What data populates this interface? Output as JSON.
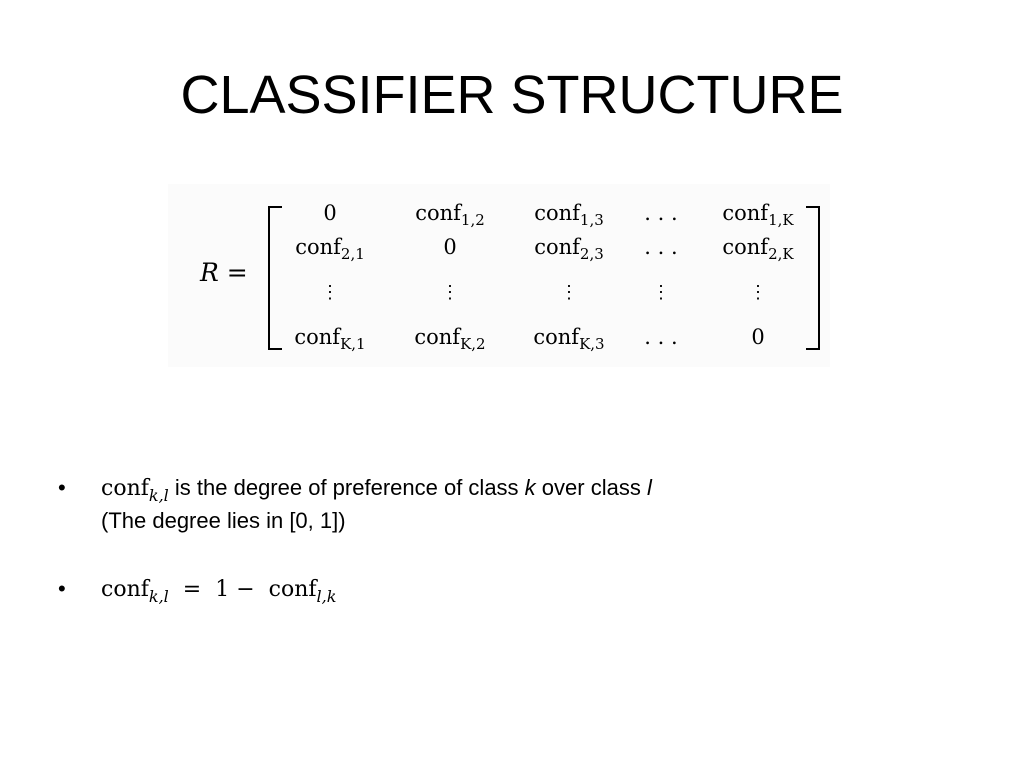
{
  "slide": {
    "title": "CLASSIFIER STRUCTURE"
  },
  "matrix": {
    "lhs_symbol": "R",
    "lhs_equals": " =",
    "rows": [
      [
        {
          "base": "0",
          "sub": ""
        },
        {
          "base": "conf",
          "sub": "1,2"
        },
        {
          "base": "conf",
          "sub": "1,3"
        },
        {
          "base": ". . .",
          "sub": ""
        },
        {
          "base": "conf",
          "sub": "1,K"
        }
      ],
      [
        {
          "base": "conf",
          "sub": "2,1"
        },
        {
          "base": "0",
          "sub": ""
        },
        {
          "base": "conf",
          "sub": "2,3"
        },
        {
          "base": ". . .",
          "sub": ""
        },
        {
          "base": "conf",
          "sub": "2,K"
        }
      ],
      [
        {
          "base": "⋮",
          "sub": ""
        },
        {
          "base": "⋮",
          "sub": ""
        },
        {
          "base": "⋮",
          "sub": ""
        },
        {
          "base": "⋮",
          "sub": ""
        },
        {
          "base": "⋮",
          "sub": ""
        }
      ],
      [
        {
          "base": "conf",
          "sub": "K,1"
        },
        {
          "base": "conf",
          "sub": "K,2"
        },
        {
          "base": "conf",
          "sub": "K,3"
        },
        {
          "base": ". . .",
          "sub": ""
        },
        {
          "base": "0",
          "sub": ""
        }
      ]
    ]
  },
  "bullets": {
    "marker": "•",
    "b1": {
      "conf": "conf",
      "sub": "k,l",
      "text_a": " is the degree of preference of class ",
      "k": "k",
      "text_b": " over class ",
      "l": "l",
      "line2": "(The degree lies in [0, 1])"
    },
    "b2": {
      "conf1": "conf",
      "sub1": "k,l",
      "op": "  =  1 −  ",
      "conf2": "conf",
      "sub2": "l,k"
    }
  }
}
